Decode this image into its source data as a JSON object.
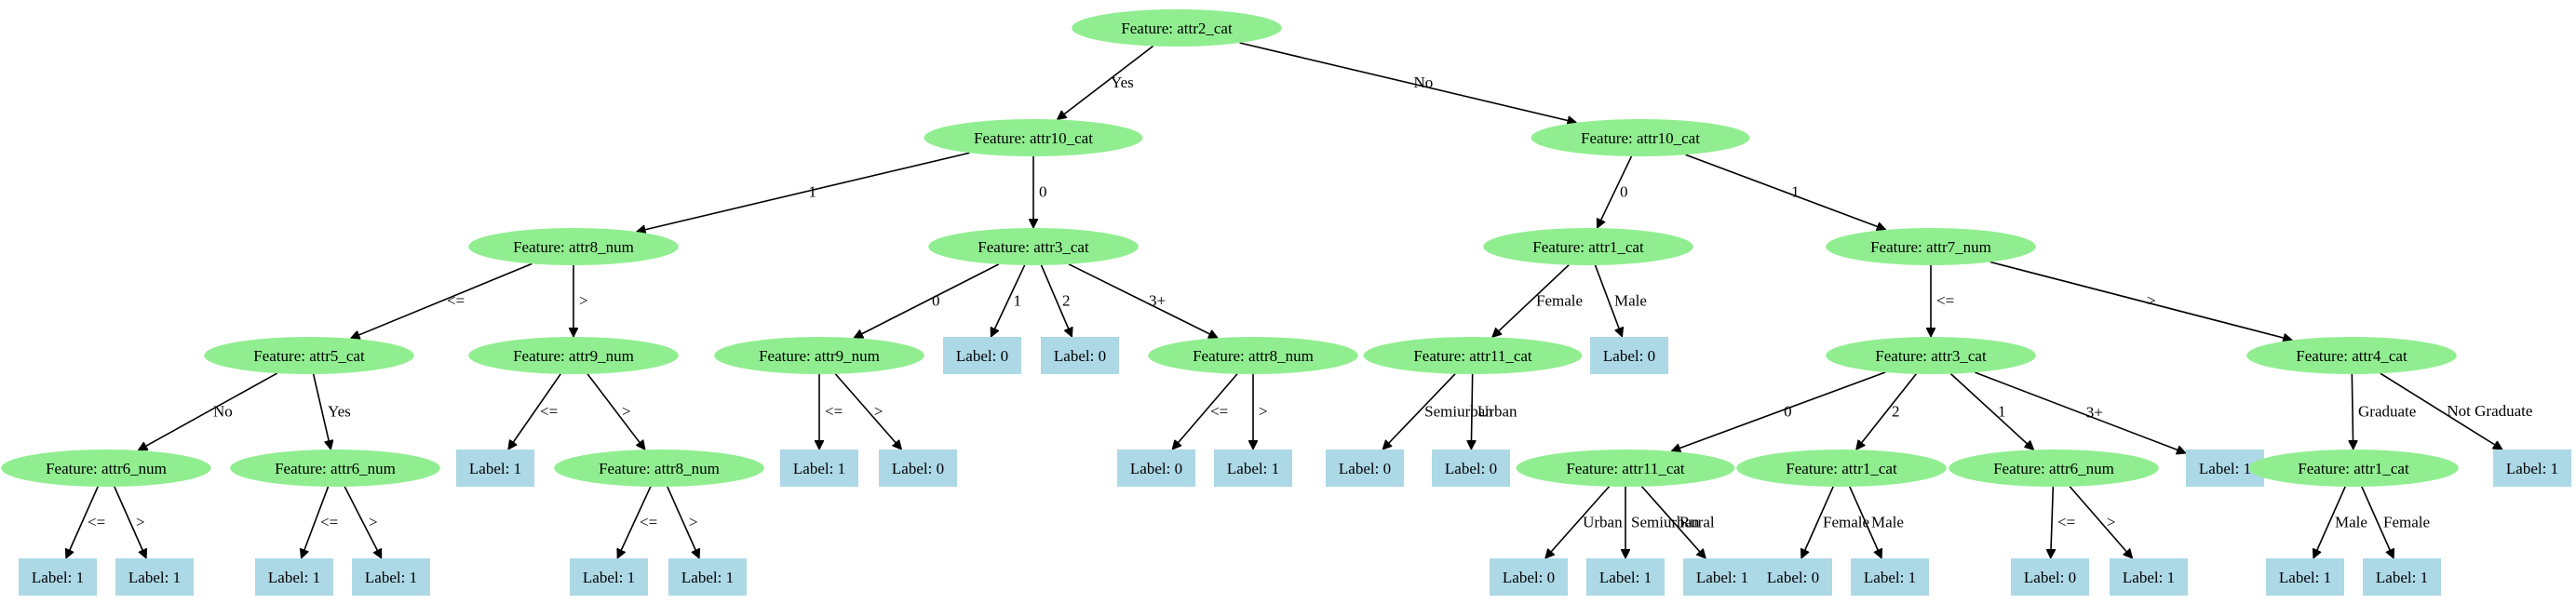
{
  "colors": {
    "feature_fill": "#90ee90",
    "label_fill": "#add8e6",
    "edge": "#000000",
    "background": "#ffffff"
  },
  "nodes": {
    "n_root": {
      "text": "Feature: attr2_cat",
      "kind": "feature"
    },
    "n_yes": {
      "text": "Feature: attr10_cat",
      "kind": "feature"
    },
    "n_no": {
      "text": "Feature: attr10_cat",
      "kind": "feature"
    },
    "n_y1": {
      "text": "Feature: attr8_num",
      "kind": "feature"
    },
    "n_y0": {
      "text": "Feature: attr3_cat",
      "kind": "feature"
    },
    "n_n0": {
      "text": "Feature: attr1_cat",
      "kind": "feature"
    },
    "n_n1": {
      "text": "Feature: attr7_num",
      "kind": "feature"
    },
    "n_y1le": {
      "text": "Feature: attr5_cat",
      "kind": "feature"
    },
    "n_y1gt": {
      "text": "Feature: attr9_num",
      "kind": "feature"
    },
    "n_y0_0": {
      "text": "Feature: attr9_num",
      "kind": "feature"
    },
    "n_y0_1": {
      "text": "Label: 0",
      "kind": "label"
    },
    "n_y0_2": {
      "text": "Label: 0",
      "kind": "label"
    },
    "n_y0_3": {
      "text": "Feature: attr8_num",
      "kind": "feature"
    },
    "n_n0f": {
      "text": "Feature: attr11_cat",
      "kind": "feature"
    },
    "n_n0m": {
      "text": "Label: 0",
      "kind": "label"
    },
    "n_n1le": {
      "text": "Feature: attr3_cat",
      "kind": "feature"
    },
    "n_n1gt": {
      "text": "Feature: attr4_cat",
      "kind": "feature"
    },
    "n_a5no": {
      "text": "Feature: attr6_num",
      "kind": "feature"
    },
    "n_a5yes": {
      "text": "Feature: attr6_num",
      "kind": "feature"
    },
    "n_a9le": {
      "text": "Label: 1",
      "kind": "label"
    },
    "n_a9gt": {
      "text": "Feature: attr8_num",
      "kind": "feature"
    },
    "n_b9le": {
      "text": "Label: 1",
      "kind": "label"
    },
    "n_b9gt": {
      "text": "Label: 0",
      "kind": "label"
    },
    "n_b8le": {
      "text": "Label: 0",
      "kind": "label"
    },
    "n_b8gt": {
      "text": "Label: 1",
      "kind": "label"
    },
    "n_c11s": {
      "text": "Label: 0",
      "kind": "label"
    },
    "n_c11u": {
      "text": "Label: 0",
      "kind": "label"
    },
    "n_d3_0": {
      "text": "Feature: attr11_cat",
      "kind": "feature"
    },
    "n_d3_2": {
      "text": "Feature: attr1_cat",
      "kind": "feature"
    },
    "n_d3_1": {
      "text": "Feature: attr6_num",
      "kind": "feature"
    },
    "n_d3_3": {
      "text": "Label: 1",
      "kind": "label"
    },
    "n_e4g": {
      "text": "Feature: attr1_cat",
      "kind": "feature"
    },
    "n_e4ng": {
      "text": "Label: 1",
      "kind": "label"
    },
    "n_f6a_le": {
      "text": "Label: 1",
      "kind": "label"
    },
    "n_f6a_gt": {
      "text": "Label: 1",
      "kind": "label"
    },
    "n_f6b_le": {
      "text": "Label: 1",
      "kind": "label"
    },
    "n_f6b_gt": {
      "text": "Label: 1",
      "kind": "label"
    },
    "n_f8_le": {
      "text": "Label: 1",
      "kind": "label"
    },
    "n_f8_gt": {
      "text": "Label: 1",
      "kind": "label"
    },
    "n_g11_u": {
      "text": "Label: 0",
      "kind": "label"
    },
    "n_g11_s": {
      "text": "Label: 1",
      "kind": "label"
    },
    "n_g11_r": {
      "text": "Label: 1",
      "kind": "label"
    },
    "n_g1_f": {
      "text": "Label: 0",
      "kind": "label"
    },
    "n_g1_m": {
      "text": "Label: 1",
      "kind": "label"
    },
    "n_g6_le": {
      "text": "Label: 0",
      "kind": "label"
    },
    "n_g6_gt": {
      "text": "Label: 1",
      "kind": "label"
    },
    "n_h1_m": {
      "text": "Label: 1",
      "kind": "label"
    },
    "n_h1_f": {
      "text": "Label: 1",
      "kind": "label"
    }
  },
  "edges": [
    {
      "from": "n_root",
      "to": "n_yes",
      "label": "Yes"
    },
    {
      "from": "n_root",
      "to": "n_no",
      "label": "No"
    },
    {
      "from": "n_yes",
      "to": "n_y1",
      "label": "1"
    },
    {
      "from": "n_yes",
      "to": "n_y0",
      "label": "0"
    },
    {
      "from": "n_no",
      "to": "n_n0",
      "label": "0"
    },
    {
      "from": "n_no",
      "to": "n_n1",
      "label": "1"
    },
    {
      "from": "n_y1",
      "to": "n_y1le",
      "label": "<="
    },
    {
      "from": "n_y1",
      "to": "n_y1gt",
      "label": ">"
    },
    {
      "from": "n_y0",
      "to": "n_y0_0",
      "label": "0"
    },
    {
      "from": "n_y0",
      "to": "n_y0_1",
      "label": "1"
    },
    {
      "from": "n_y0",
      "to": "n_y0_2",
      "label": "2"
    },
    {
      "from": "n_y0",
      "to": "n_y0_3",
      "label": "3+"
    },
    {
      "from": "n_n0",
      "to": "n_n0f",
      "label": "Female"
    },
    {
      "from": "n_n0",
      "to": "n_n0m",
      "label": "Male"
    },
    {
      "from": "n_n1",
      "to": "n_n1le",
      "label": "<="
    },
    {
      "from": "n_n1",
      "to": "n_n1gt",
      "label": ">"
    },
    {
      "from": "n_y1le",
      "to": "n_a5no",
      "label": "No"
    },
    {
      "from": "n_y1le",
      "to": "n_a5yes",
      "label": "Yes"
    },
    {
      "from": "n_y1gt",
      "to": "n_a9le",
      "label": "<="
    },
    {
      "from": "n_y1gt",
      "to": "n_a9gt",
      "label": ">"
    },
    {
      "from": "n_y0_0",
      "to": "n_b9le",
      "label": "<="
    },
    {
      "from": "n_y0_0",
      "to": "n_b9gt",
      "label": ">"
    },
    {
      "from": "n_y0_3",
      "to": "n_b8le",
      "label": "<="
    },
    {
      "from": "n_y0_3",
      "to": "n_b8gt",
      "label": ">"
    },
    {
      "from": "n_n0f",
      "to": "n_c11s",
      "label": "Semiurban"
    },
    {
      "from": "n_n0f",
      "to": "n_c11u",
      "label": "Urban"
    },
    {
      "from": "n_n1le",
      "to": "n_d3_0",
      "label": "0"
    },
    {
      "from": "n_n1le",
      "to": "n_d3_2",
      "label": "2"
    },
    {
      "from": "n_n1le",
      "to": "n_d3_1",
      "label": "1"
    },
    {
      "from": "n_n1le",
      "to": "n_d3_3",
      "label": "3+"
    },
    {
      "from": "n_n1gt",
      "to": "n_e4g",
      "label": "Graduate"
    },
    {
      "from": "n_n1gt",
      "to": "n_e4ng",
      "label": "Not Graduate"
    },
    {
      "from": "n_a5no",
      "to": "n_f6a_le",
      "label": "<="
    },
    {
      "from": "n_a5no",
      "to": "n_f6a_gt",
      "label": ">"
    },
    {
      "from": "n_a5yes",
      "to": "n_f6b_le",
      "label": "<="
    },
    {
      "from": "n_a5yes",
      "to": "n_f6b_gt",
      "label": ">"
    },
    {
      "from": "n_a9gt",
      "to": "n_f8_le",
      "label": "<="
    },
    {
      "from": "n_a9gt",
      "to": "n_f8_gt",
      "label": ">"
    },
    {
      "from": "n_d3_0",
      "to": "n_g11_u",
      "label": "Urban"
    },
    {
      "from": "n_d3_0",
      "to": "n_g11_s",
      "label": "Semiurban"
    },
    {
      "from": "n_d3_0",
      "to": "n_g11_r",
      "label": "Rural"
    },
    {
      "from": "n_d3_2",
      "to": "n_g1_f",
      "label": "Female"
    },
    {
      "from": "n_d3_2",
      "to": "n_g1_m",
      "label": "Male"
    },
    {
      "from": "n_d3_1",
      "to": "n_g6_le",
      "label": "<="
    },
    {
      "from": "n_d3_1",
      "to": "n_g6_gt",
      "label": ">"
    },
    {
      "from": "n_e4g",
      "to": "n_h1_m",
      "label": "Male"
    },
    {
      "from": "n_e4g",
      "to": "n_h1_f",
      "label": "Female"
    }
  ]
}
